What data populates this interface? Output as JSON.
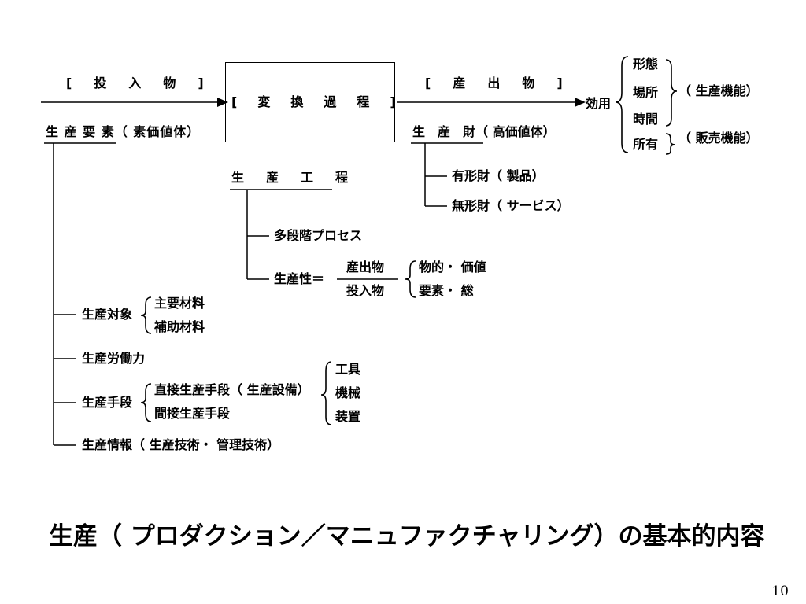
{
  "input": {
    "label": "[　投　入　物　]",
    "elements": "生 産 要 素（ 素価値体）"
  },
  "process": {
    "label": "[　変　換　過　程　]"
  },
  "output": {
    "label": "[　産　出　物　]",
    "goods": "生　産　財（ 高価値体）"
  },
  "utility": {
    "label": "効用",
    "items": [
      "形態",
      "場所",
      "時間",
      "所有"
    ],
    "production_function": "（ 生産機能）",
    "sales_function": "（ 販売機能）"
  },
  "goods_types": {
    "tangible": "有形財（ 製品）",
    "intangible": "無形財（ サービス）"
  },
  "production_process": {
    "title": "生　産　工　程",
    "multistage": "多段階プロセス"
  },
  "productivity": {
    "label": "生産性＝",
    "numerator": "産出物",
    "denominator": "投入物",
    "value_type": "物的・ 価値",
    "element_type": "要素・ 総"
  },
  "production_object": {
    "label": "生産対象",
    "items": [
      "主要材料",
      "補助材料"
    ]
  },
  "labor": {
    "label": "生産労働力"
  },
  "means": {
    "label": "生産手段",
    "direct": "直接生産手段（ 生産設備）",
    "indirect": "間接生産手段",
    "equipment": [
      "工具",
      "機械",
      "装置"
    ]
  },
  "information": {
    "label": "生産情報（ 生産技術・ 管理技術）"
  },
  "title": "生産（ プロダクション／マニュファクチャリング）の基本的内容",
  "page_number": "10"
}
